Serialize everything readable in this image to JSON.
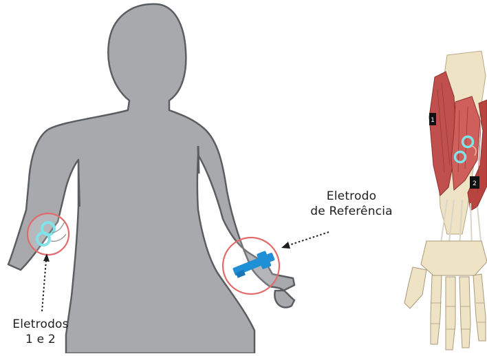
{
  "labels": {
    "reference_line1": "Eletrodo",
    "reference_line2": "de Referência",
    "electrodes_line1": "Eletrodos",
    "electrodes_line2": "1 e 2"
  },
  "anatomy_markers": {
    "upper": "1",
    "lower": "2"
  },
  "colors": {
    "silhouette_fill": "#a7a9ac",
    "silhouette_stroke": "#5b5e61",
    "highlight_circle": "#e36a6a",
    "electrode_cyan": "#7fe3ea",
    "reference_band": "#1f8fd6",
    "muscle_red": "#c0504d",
    "bone": "#efe3c6"
  }
}
